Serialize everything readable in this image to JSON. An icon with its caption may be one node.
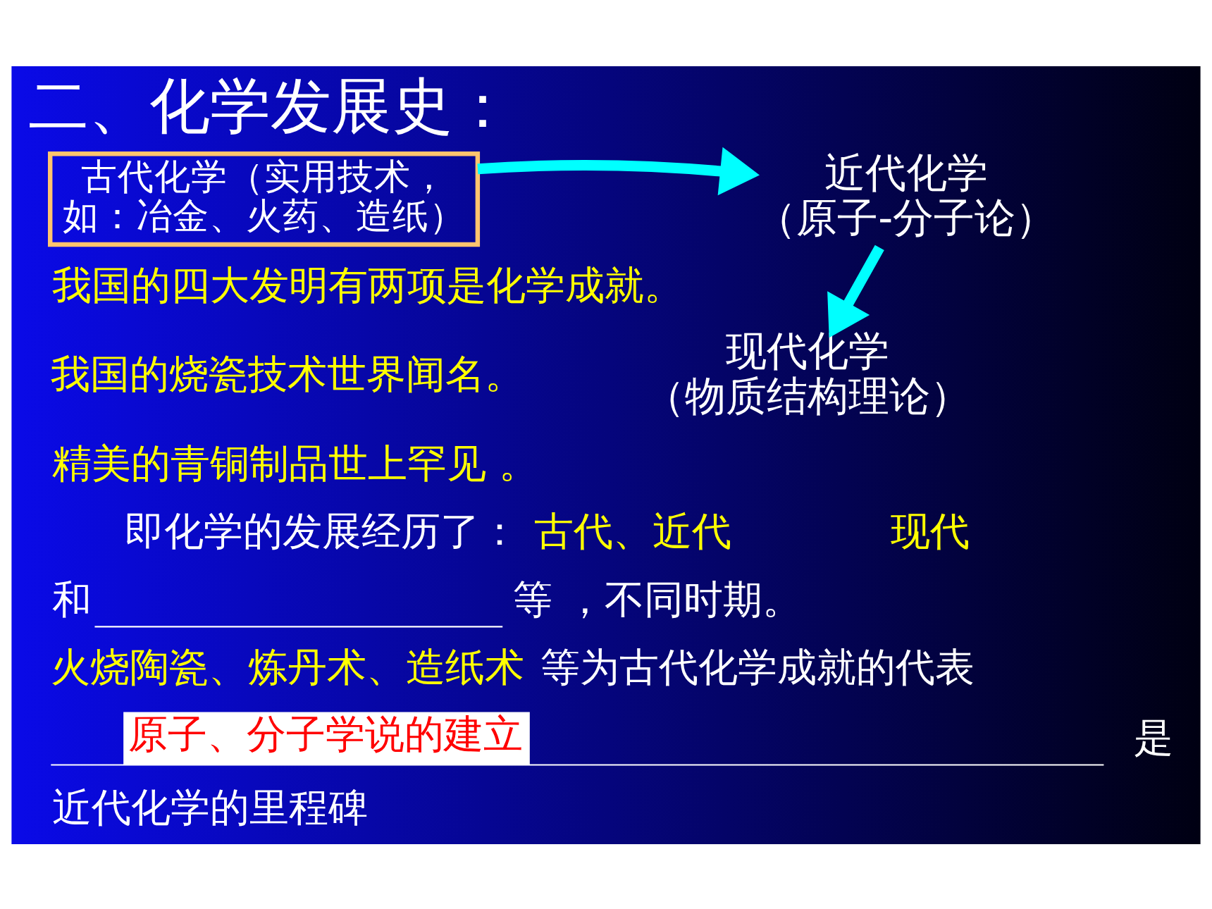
{
  "diagram": {
    "title": "二、化学发展史：",
    "nodes": [
      {
        "text": [
          "古代化学（实用技术，如：冶金、火药、造纸）"
        ]
      },
      {
        "text": [
          "近代化学",
          "（原子-分子论）"
        ]
      },
      {
        "text": [
          "现代化学",
          "（物质结构理论）"
        ]
      }
    ],
    "edges": [
      {
        "from": 0,
        "to": 1,
        "arrow": "to"
      },
      {
        "from": 1,
        "to": 2,
        "arrow": "to"
      }
    ],
    "labels": [
      "我国的四大发明有两项是化学成就。",
      "我国的烧瓷技术世界闻名。",
      "精美的青铜制品世上罕见 。",
      "即化学的发展经历了：",
      "古代、近代",
      "现代",
      "和",
      "等 ，不同时期。",
      "火烧陶瓷、炼丹术、造纸术",
      "等为古代化学成就的代表",
      "原子、分子学说的建立",
      "是",
      "近代化学的里程碑"
    ]
  }
}
